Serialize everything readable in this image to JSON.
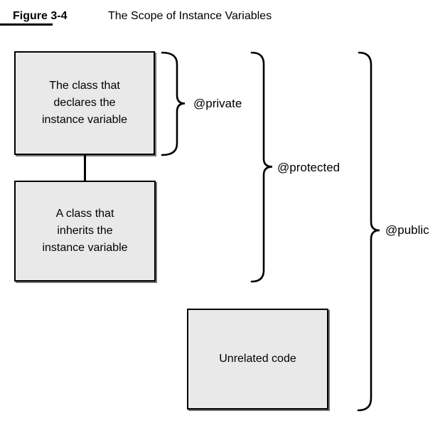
{
  "caption": {
    "label": "Figure 3-4",
    "title": "The Scope of Instance Variables"
  },
  "boxes": [
    {
      "id": "declaring-class",
      "lines": [
        "The class that",
        "declares the",
        "instance variable"
      ]
    },
    {
      "id": "inheriting-class",
      "lines": [
        "A class that",
        "inherits the",
        "instance variable"
      ]
    },
    {
      "id": "unrelated-code",
      "lines": [
        "Unrelated code"
      ]
    }
  ],
  "scopes": [
    {
      "id": "private",
      "label": "@private"
    },
    {
      "id": "protected",
      "label": "@protected"
    },
    {
      "id": "public",
      "label": "@public"
    }
  ],
  "colors": {
    "background": "#ffffff",
    "box_fill": "#e9e9e9",
    "box_border": "#000000",
    "brace_stroke": "#000000",
    "text": "#000000"
  }
}
